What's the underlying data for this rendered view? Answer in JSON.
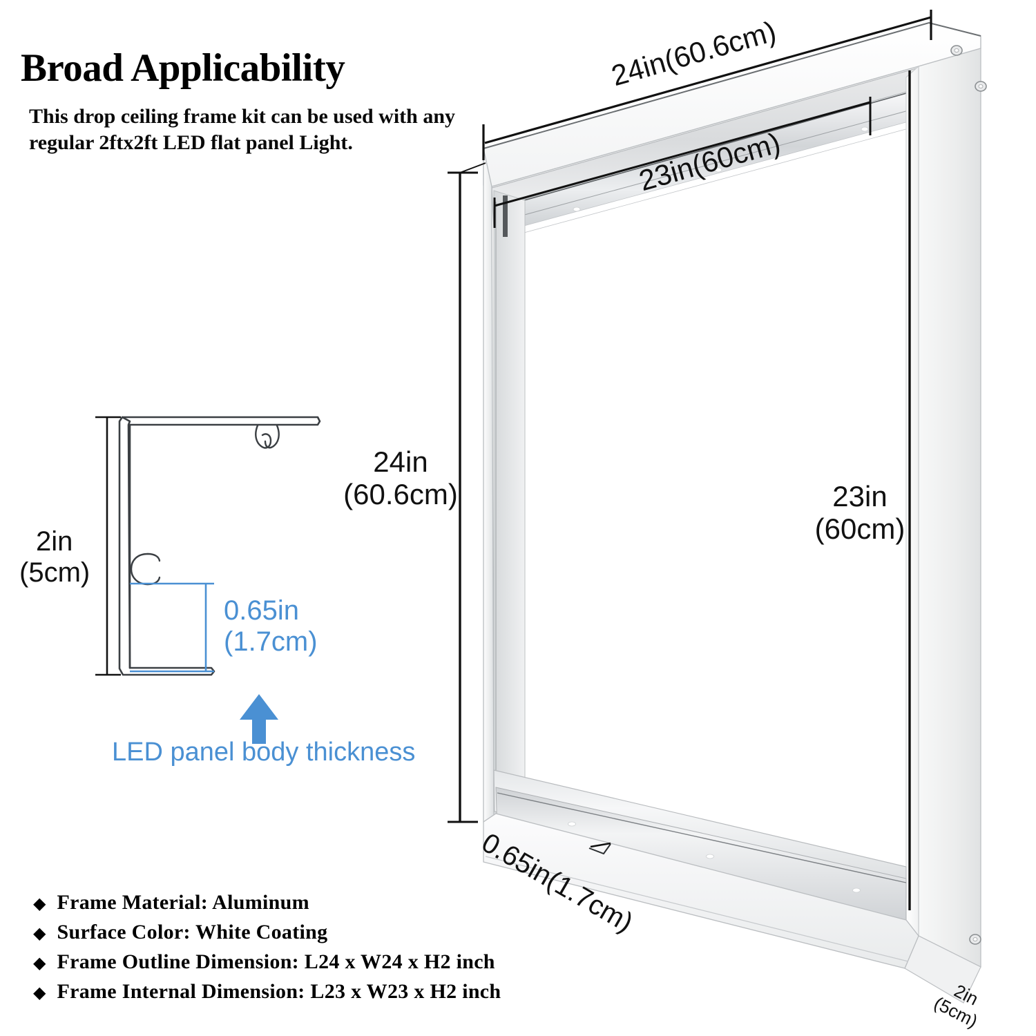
{
  "heading": {
    "title": "Broad Applicability",
    "subtitle": "This drop ceiling frame kit can be used with any regular 2ftx2ft LED flat panel Light."
  },
  "colors": {
    "accent_blue": "#4a90d3",
    "text_black": "#111111",
    "frame_white": "#ffffff",
    "frame_edge_gray": "#c9cdd0"
  },
  "product_view": {
    "label_top_outer": "24in(60.6cm)",
    "label_top_inner": "23in(60cm)",
    "label_left_height": "24in\n(60.6cm)",
    "label_left_height_line1": "24in",
    "label_left_height_line2": "(60.6cm)",
    "label_right_height_line1": "23in",
    "label_right_height_line2": "(60cm)",
    "label_bottom_depth": "0.65in(1.7cm)",
    "label_corner_depth_line1": "2in",
    "label_corner_depth_line2": "(5cm)"
  },
  "cross_section": {
    "label_height_line1": "2in",
    "label_height_line2": "(5cm)",
    "label_thickness_line1": "0.65in",
    "label_thickness_line2": "(1.7cm)",
    "callout": "LED panel body thickness"
  },
  "specs": {
    "bullet_glyph": "◆",
    "items": [
      "Frame Material: Aluminum",
      "Surface Color: White Coating",
      "Frame Outline Dimension: L24 x W24 x H2 inch",
      "Frame Internal Dimension: L23 x W23 x H2 inch"
    ]
  }
}
